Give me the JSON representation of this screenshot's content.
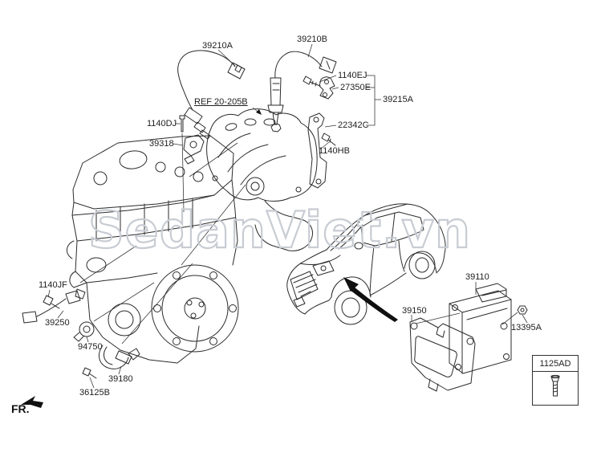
{
  "diagram": {
    "watermark": "SedanViet.vn",
    "fr_indicator": "FR.",
    "legend_box": {
      "code": "1125AD",
      "icon": "bolt-icon"
    },
    "callouts": {
      "o2_sensor_a": "39210A",
      "o2_sensor_b": "39210B",
      "bolt_ej": "1140EJ",
      "bracket_27350e": "27350E",
      "bracket_group": "39215A",
      "ref_manifold": "REF 20-205B",
      "stay_22342c": "22342C",
      "bolt_dj": "1140DJ",
      "sensor_39318": "39318",
      "bolt_hb": "1140HB",
      "bolt_jf": "1140JF",
      "sensor_39250": "39250",
      "knock_sensor": "94750",
      "sensor_39180": "39180",
      "screw_36125b": "36125B",
      "ecu": "39110",
      "ecu_bracket": "39150",
      "nut_13395a": "13395A"
    },
    "colors": {
      "background": "#ffffff",
      "line": "#2b2b2b",
      "watermark_outline": "#c8ccd3"
    }
  }
}
